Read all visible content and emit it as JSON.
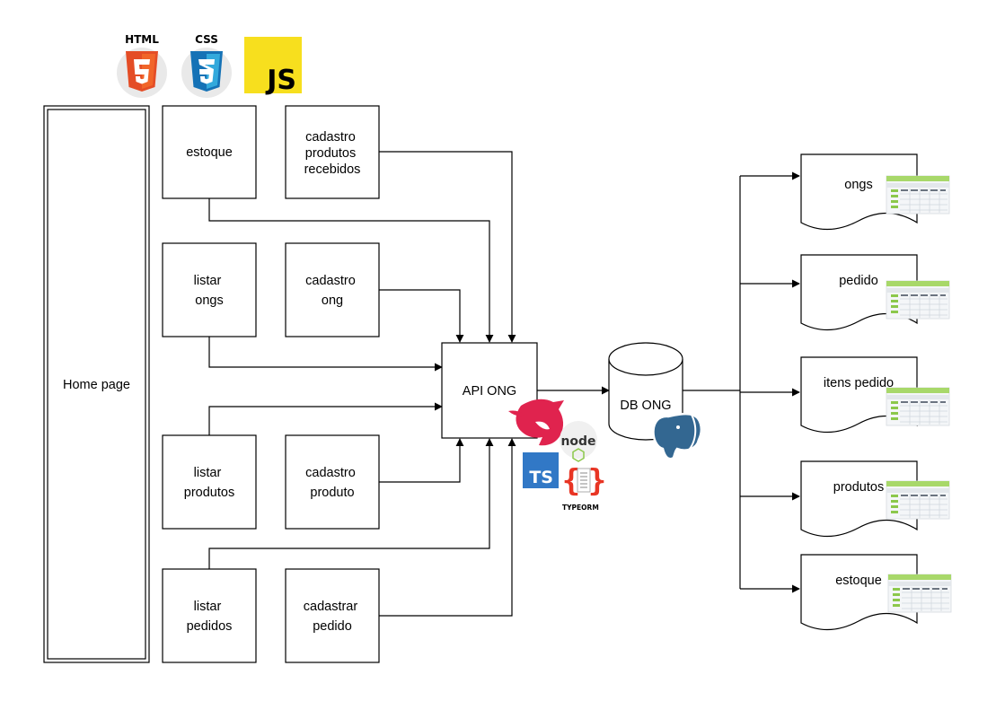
{
  "logos": {
    "html5": "HTML",
    "css3": "CSS",
    "js": "JS",
    "node": "node",
    "ts": "TS",
    "typeorm": "TYPEORM"
  },
  "home": {
    "label": "Home page"
  },
  "pages": {
    "estoque": [
      "estoque"
    ],
    "cadastro_produtos_recebidos": [
      "cadastro",
      "produtos",
      "recebidos"
    ],
    "listar_ongs": [
      "listar",
      "ongs"
    ],
    "cadastro_ong": [
      "cadastro",
      "ong"
    ],
    "listar_produtos": [
      "listar",
      "produtos"
    ],
    "cadastro_produto": [
      "cadastro",
      "produto"
    ],
    "listar_pedidos": [
      "listar",
      "pedidos"
    ],
    "cadastrar_pedido": [
      "cadastrar",
      "pedido"
    ]
  },
  "api": {
    "label": "API ONG"
  },
  "db": {
    "label": "DB ONG"
  },
  "tables": [
    "ongs",
    "pedido",
    "itens pedido",
    "produtos",
    "estoque"
  ],
  "colors": {
    "html5": "#e44d26",
    "css3": "#1572b6",
    "js": "#f7df1e",
    "nest": "#e0234e",
    "node": "#8cc84b",
    "ts": "#3178c6",
    "typeorm": "#e83524",
    "postgres": "#336791",
    "table_header": "#a8d86a"
  }
}
